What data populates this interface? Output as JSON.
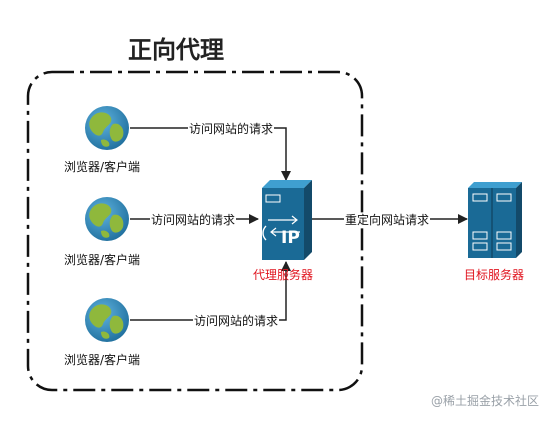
{
  "title": "正向代理",
  "clients": [
    {
      "label": "浏览器/客户端",
      "request_label": "访问网站的请求"
    },
    {
      "label": "浏览器/客户端",
      "request_label": "访问网站的请求"
    },
    {
      "label": "浏览器/客户端",
      "request_label": "访问网站的请求"
    }
  ],
  "proxy": {
    "label": "代理服务器",
    "badge": "IP"
  },
  "forward_label": "重定向网站请求",
  "target": {
    "label": "目标服务器"
  },
  "watermark": "@稀土掘金技术社区",
  "colors": {
    "server_dark": "#1a5f86",
    "server_mid": "#2a86b8",
    "label_red": "#e0141e",
    "globe_ocean": "#2f86b5",
    "globe_land": "#8fb83c"
  }
}
